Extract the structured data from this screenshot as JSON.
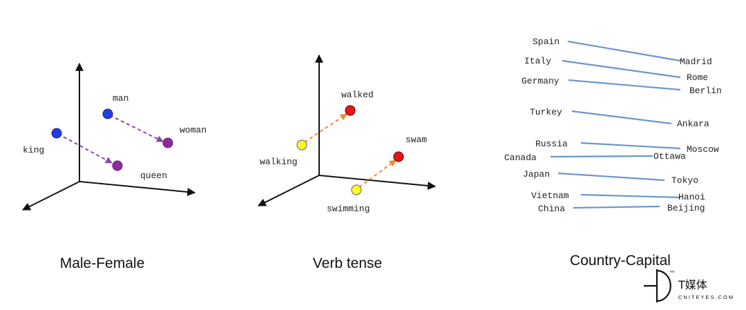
{
  "panels": {
    "male_female": {
      "caption": "Male-Female",
      "labels": {
        "man": "man",
        "woman": "woman",
        "king": "king",
        "queen": "queen"
      },
      "colors": {
        "male": "#1f3fe0",
        "female": "#8e2a9e",
        "arrow": "#8e44ad"
      }
    },
    "verb_tense": {
      "caption": "Verb tense",
      "labels": {
        "walked": "walked",
        "walking": "walking",
        "swam": "swam",
        "swimming": "swimming"
      },
      "colors": {
        "present": "#ffff22",
        "past": "#ee1111",
        "arrow": "#ee8a33"
      }
    },
    "country_capital": {
      "caption": "Country-Capital",
      "pairs": [
        {
          "country": "Spain",
          "capital": "Madrid"
        },
        {
          "country": "Italy",
          "capital": "Rome"
        },
        {
          "country": "Germany",
          "capital": "Berlin"
        },
        {
          "country": "Turkey",
          "capital": "Ankara"
        },
        {
          "country": "Russia",
          "capital": "Moscow"
        },
        {
          "country": "Canada",
          "capital": "Ottawa"
        },
        {
          "country": "Japan",
          "capital": "Tokyo"
        },
        {
          "country": "Vietnam",
          "capital": "Hanoi"
        },
        {
          "country": "China",
          "capital": "Beijing"
        }
      ],
      "line_color": "#6a96cc"
    }
  },
  "watermark": {
    "name": "T媒体",
    "site": "CNITEYES.COM",
    "tm": "™"
  }
}
